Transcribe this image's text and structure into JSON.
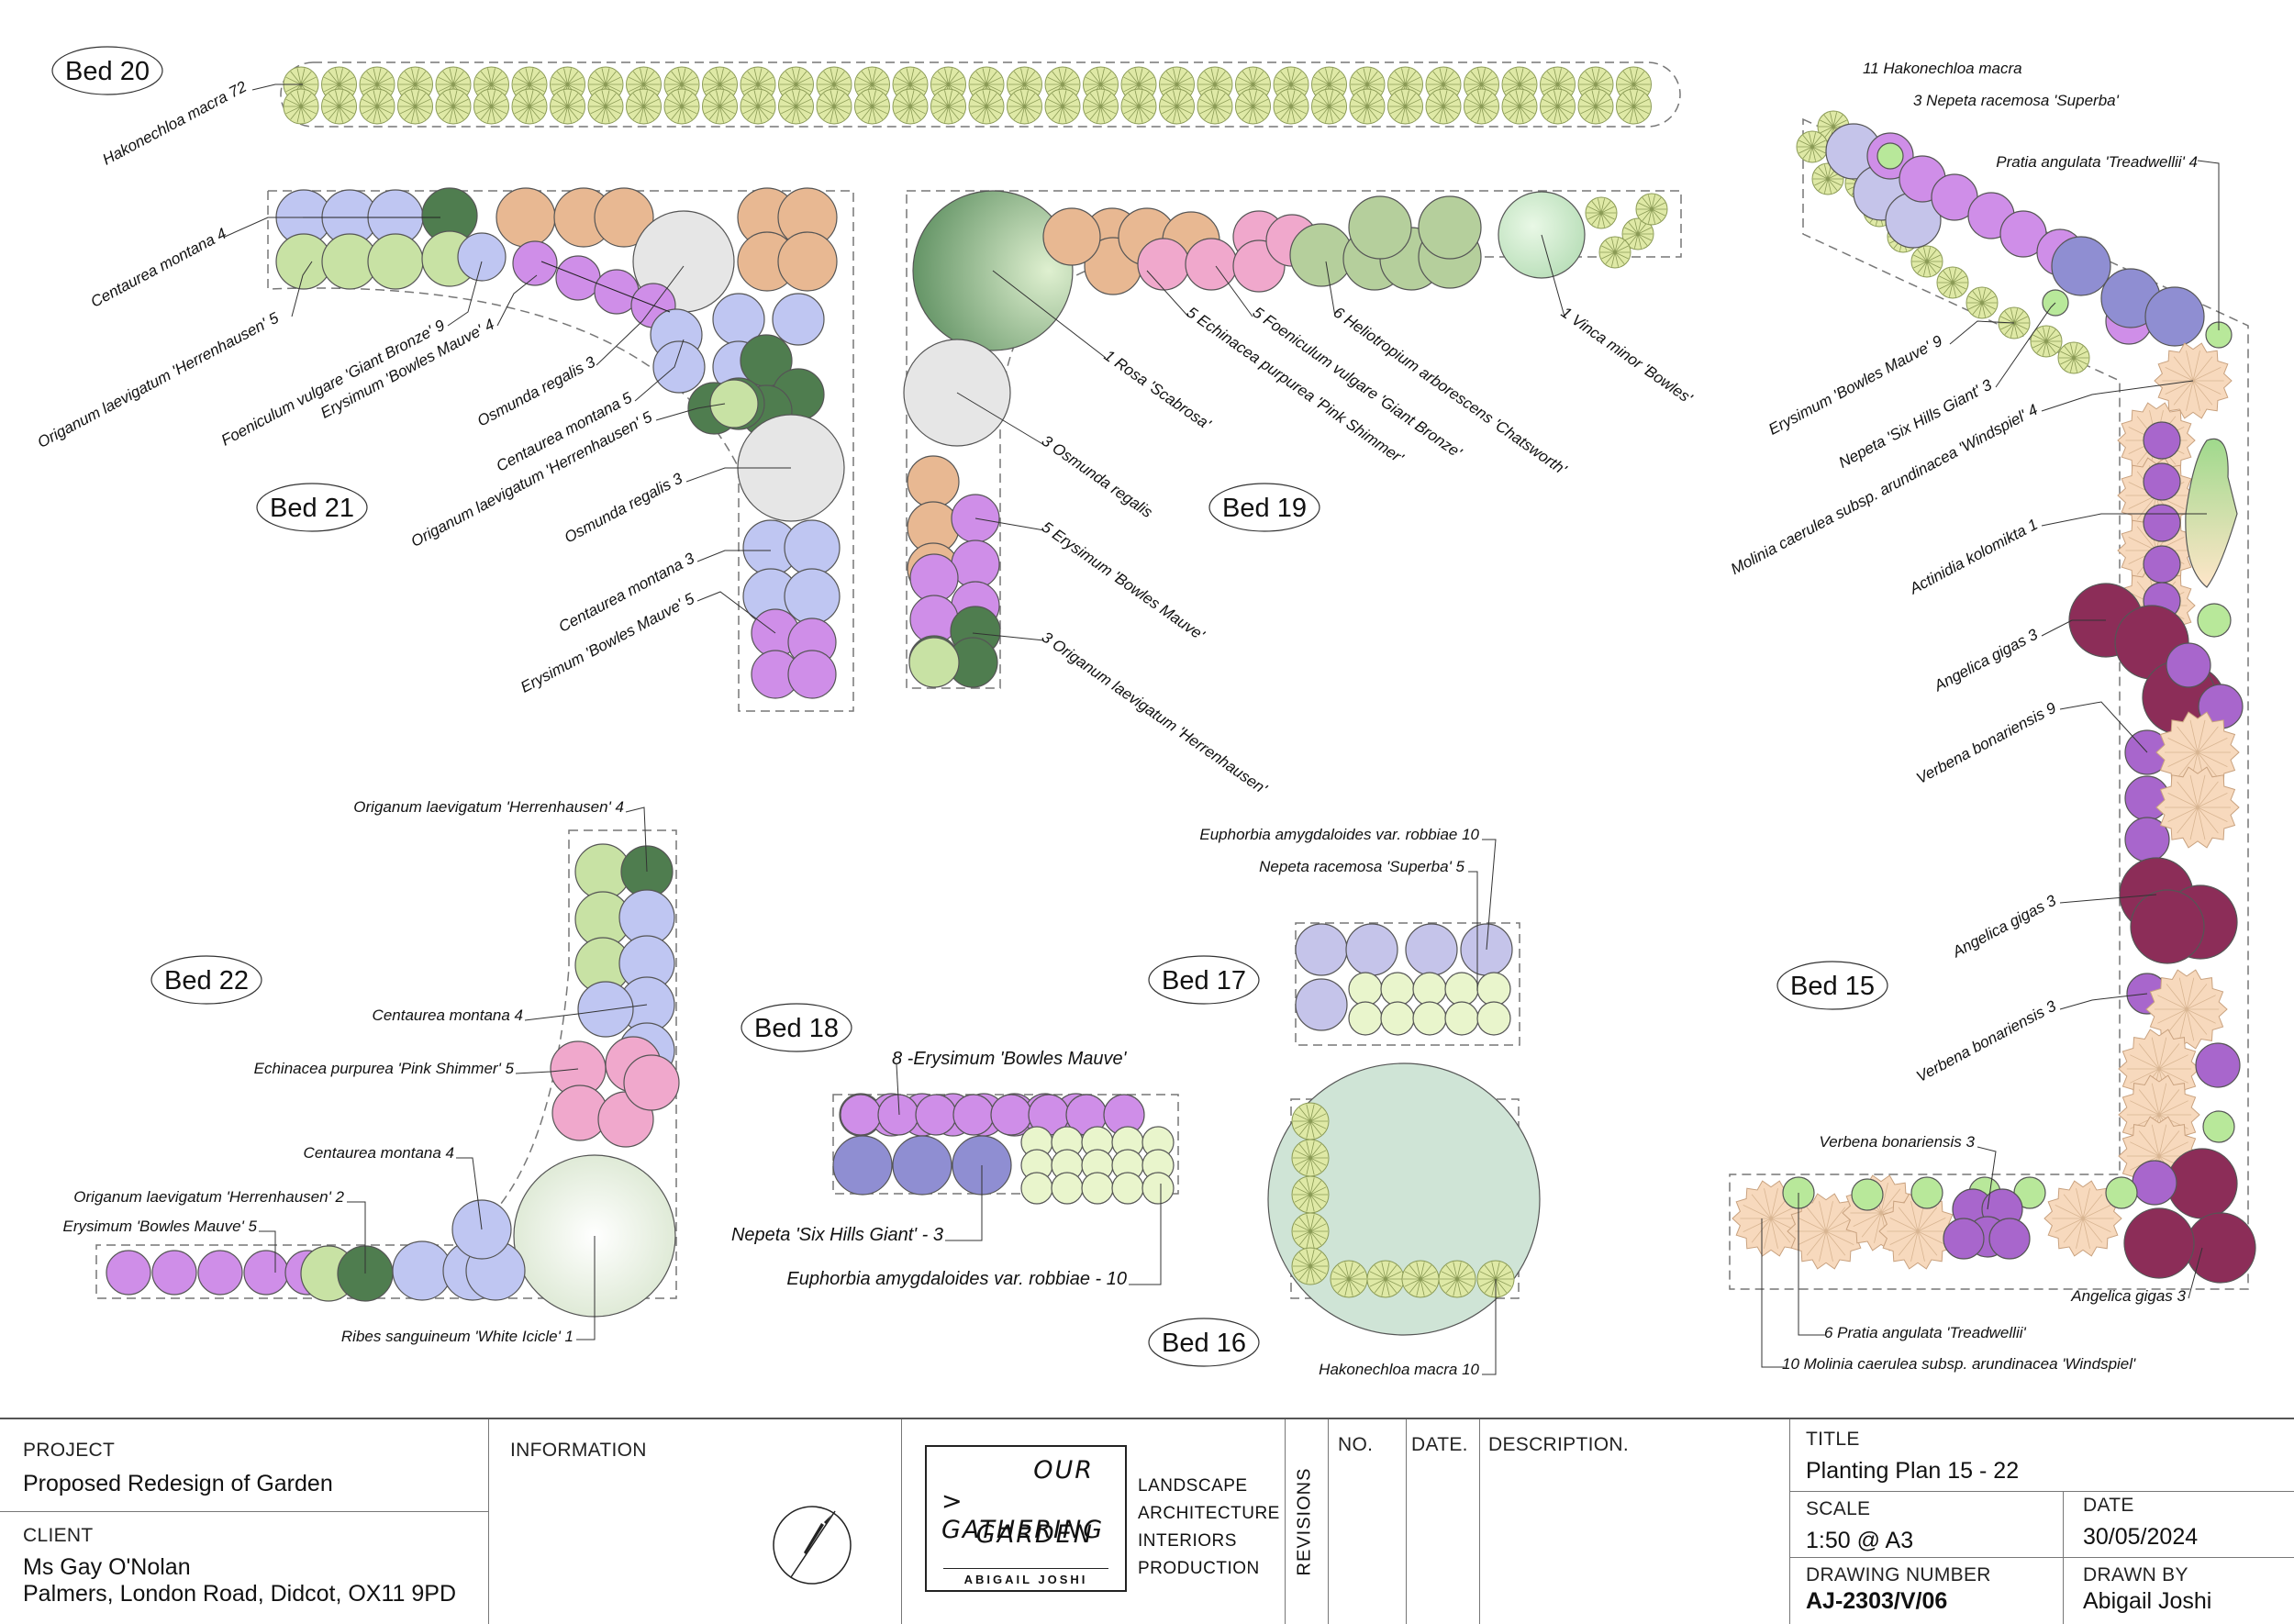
{
  "beds": {
    "b15": "Bed 15",
    "b16": "Bed 16",
    "b17": "Bed 17",
    "b18": "Bed 18",
    "b19": "Bed 19",
    "b20": "Bed 20",
    "b21": "Bed 21",
    "b22": "Bed 22"
  },
  "labels": {
    "b20_hako": "Hakonechloa macra  72",
    "b21_cent1": "Centaurea montana   4",
    "b21_orig1": "Origanum laevigatum 'Herrenhausen'   5",
    "b21_foen": "Foeniculum vulgare 'Giant Bronze'   9",
    "b21_erys1": "Erysimum 'Bowles Mauve'   4",
    "b21_osm1": "Osmunda regalis   3",
    "b21_cent2": "Centaurea montana   5",
    "b21_orig2": "Origanum laevigatum 'Herrenhausen'   5",
    "b21_osm2": "Osmunda regalis   3",
    "b21_cent3": "Centaurea montana   3",
    "b21_erys2": "Erysimum 'Bowles Mauve'   5",
    "b19_rosa": "1  Rosa 'Scabrosa'",
    "b19_ech": "5  Echinacea purpurea 'Pink Shimmer'",
    "b19_foen": "5  Foeniculum vulgare 'Giant Bronze'",
    "b19_helio": "6  Heliotropium arborescens 'Chatsworth'",
    "b19_vinca": "1  Vinca minor 'Bowles'",
    "b19_osm": "3  Osmunda regalis",
    "b19_erys": "5  Erysimum 'Bowles Mauve'",
    "b19_orig": "3  Origanum laevigatum 'Herrenhausen'",
    "b15_hako": "11  Hakonechloa macra",
    "b15_nep1": "3  Nepeta racemosa 'Superba'",
    "b15_prat1": "Pratia angulata 'Treadwellii'   4",
    "b15_erys": "Erysimum 'Bowles Mauve'   9",
    "b15_nep2": "Nepeta 'Six Hills Giant'   3",
    "b15_mol1": "Molinia caerulea subsp. arundinacea 'Windspiel'   4",
    "b15_act": "Actinidia kolomikta   1",
    "b15_ang1": "Angelica gigas   3",
    "b15_verb1": "Verbena bonariensis   9",
    "b15_ang2": "Angelica gigas   3",
    "b15_verb2": "Verbena bonariensis   3",
    "b15_verb3": "Verbena bonariensis   3",
    "b15_ang3": "Angelica gigas   3",
    "b15_prat2": "6  Pratia angulata 'Treadwellii'",
    "b15_mol2": "10 Molinia caerulea subsp. arundinacea 'Windspiel'",
    "b22_orig1": "Origanum laevigatum 'Herrenhausen'   4",
    "b22_cent1": "Centaurea montana   4",
    "b22_ech": "Echinacea purpurea 'Pink Shimmer'   5",
    "b22_cent2": "Centaurea montana   4",
    "b22_orig2": "Origanum laevigatum 'Herrenhausen'   2",
    "b22_erys": "Erysimum 'Bowles Mauve'   5",
    "b22_ribes": "Ribes sanguineum 'White Icicle'   1",
    "b18_erys": "8  -Erysimum 'Bowles Mauve'",
    "b18_nep": "Nepeta 'Six Hills Giant' -  3",
    "b18_euph": "Euphorbia amygdaloides var. robbiae  -  10",
    "b17_euph": "Euphorbia amygdaloides var. robbiae   10",
    "b17_nep": "Nepeta racemosa 'Superba'   5",
    "b16_hako": "Hakonechloa macra   10"
  },
  "colors": {
    "hakonechloa": "#dfe9a6",
    "centaurea": "#bfc6f2",
    "origanum_light": "#c8e2a4",
    "origanum_dark": "#4f7d4f",
    "erysimum": "#cf8ee8",
    "fennel": "#e8b892",
    "osmunda": "#e6e6e6",
    "echinacea": "#f0a8cc",
    "rosa": "#6e9d6e",
    "heliotropium": "#b5cf9c",
    "vinca": "#cdeccc",
    "nepeta_superba": "#c5c4ea",
    "nepeta_six_hills": "#8f8ed2",
    "euphorbia": "#e9f5cc",
    "molinia": "#f7d9bd",
    "angelica": "#8c2d58",
    "verbena": "#a866cc",
    "pratia": "#b8e89a",
    "actinidia": "#8fcf80",
    "ribes": "#e9f0e2",
    "bed16": "#cfe4d6"
  },
  "title_block": {
    "project_caption": "PROJECT",
    "project": "Proposed Redesign of Garden",
    "client_caption": "CLIENT",
    "client_name": "Ms Gay O'Nolan",
    "client_address": "Palmers, London Road, Didcot, OX11 9PD",
    "information_caption": "INFORMATION",
    "logo_line1": "OUR",
    "logo_line2": "> GATHERING",
    "logo_line3": "GARDEN",
    "logo_name": "ABIGAIL JOSHI",
    "services": [
      "LANDSCAPE",
      "ARCHITECTURE",
      "INTERIORS",
      "PRODUCTION"
    ],
    "revisions_caption": "REVISIONS",
    "no_caption": "NO.",
    "date_col_caption": "DATE.",
    "description_caption": "DESCRIPTION.",
    "title_caption": "TITLE",
    "title": "Planting Plan 15 - 22",
    "scale_caption": "SCALE",
    "scale": "1:50 @ A3",
    "date_caption": "DATE",
    "date": "30/05/2024",
    "drawing_number_caption": "DRAWING NUMBER",
    "drawing_number": "AJ-2303/V/06",
    "drawn_by_caption": "DRAWN BY",
    "drawn_by": "Abigail Joshi"
  }
}
